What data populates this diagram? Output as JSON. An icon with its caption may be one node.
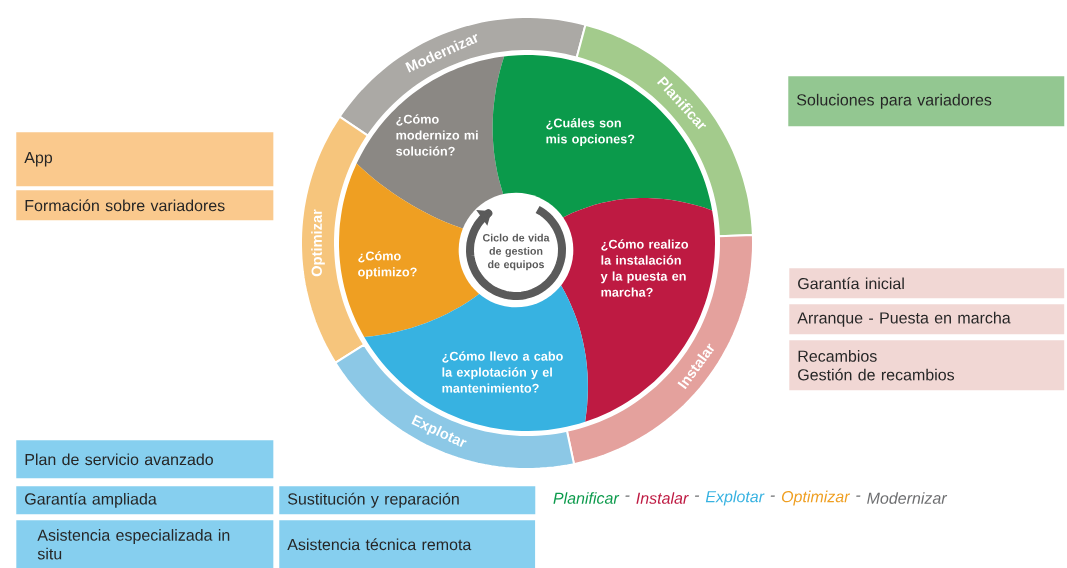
{
  "diagram": {
    "nodes": [
      {
        "text": [
          "Modernizar"
        ]
      },
      {
        "text": [
          "Planificar"
        ]
      },
      {
        "text": [
          "Soluciones para variadores"
        ]
      },
      {
        "text": [
          "¿Cómo modernizo mi solución?"
        ]
      },
      {
        "text": [
          "¿Cuáles son mis opciones?"
        ]
      },
      {
        "text": [
          "App"
        ]
      },
      {
        "text": [
          "Formación sobre variadores"
        ]
      },
      {
        "text": [
          "Optimizar"
        ]
      },
      {
        "text": [
          "Ciclo de vida de gestion de equipos"
        ]
      },
      {
        "text": [
          "¿Cómo optimizo?"
        ]
      },
      {
        "text": [
          "¿Cómo realizo la instalación y la puesta en marcha?"
        ]
      },
      {
        "text": [
          "Garantía inicial"
        ]
      },
      {
        "text": [
          "Arranque - Puesta en marcha"
        ]
      },
      {
        "text": [
          "Recambios",
          "Gestión de recambios"
        ]
      },
      {
        "text": [
          "¿Cómo llevo a cabo la explotación y el mantenimiento?"
        ]
      },
      {
        "text": [
          "Instalar"
        ]
      },
      {
        "text": [
          "Explotar"
        ]
      },
      {
        "text": [
          "Plan de servicio avanzado"
        ]
      },
      {
        "text": [
          "Garantía ampliada"
        ]
      },
      {
        "text": [
          "Sustitución y reparación"
        ]
      },
      {
        "text": [
          "Asistencia especializada in situ"
        ]
      },
      {
        "text": [
          "Asistencia técnica remota"
        ]
      }
    ],
    "labels": [
      "Planificar",
      "-",
      "Instalar",
      "-",
      "Explotar",
      "-",
      "Optimizar",
      "-",
      "Modernizar"
    ]
  }
}
